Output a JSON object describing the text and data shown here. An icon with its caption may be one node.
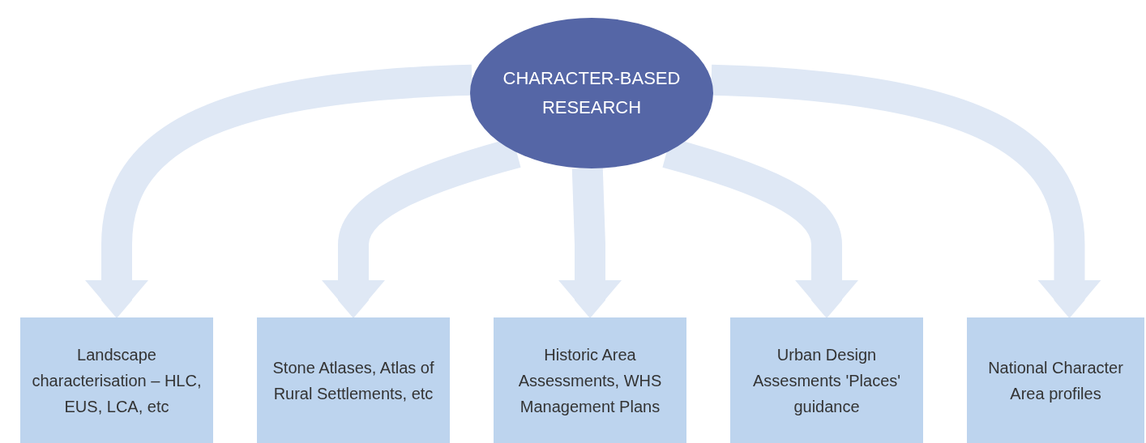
{
  "diagram": {
    "nodes": [
      {
        "text": [
          "CHARACTER-BASED RESEARCH"
        ]
      },
      {
        "text": [
          "Landscape characterisation – HLC, EUS, LCA, etc"
        ]
      },
      {
        "text": [
          "Stone Atlases, Atlas of Rural Settlements, etc"
        ]
      },
      {
        "text": [
          "Historic Area Assessments, WHS Management Plans"
        ]
      },
      {
        "text": [
          "Urban Design Assesments 'Places' guidance"
        ]
      },
      {
        "text": [
          "National Character Area profiles"
        ]
      }
    ],
    "edges": [
      {
        "from": 0,
        "to": 1,
        "arrow": "to"
      },
      {
        "from": 0,
        "to": 2,
        "arrow": "to"
      },
      {
        "from": 0,
        "to": 3,
        "arrow": "to"
      },
      {
        "from": 0,
        "to": 4,
        "arrow": "to"
      },
      {
        "from": 0,
        "to": 5,
        "arrow": "to"
      }
    ]
  }
}
